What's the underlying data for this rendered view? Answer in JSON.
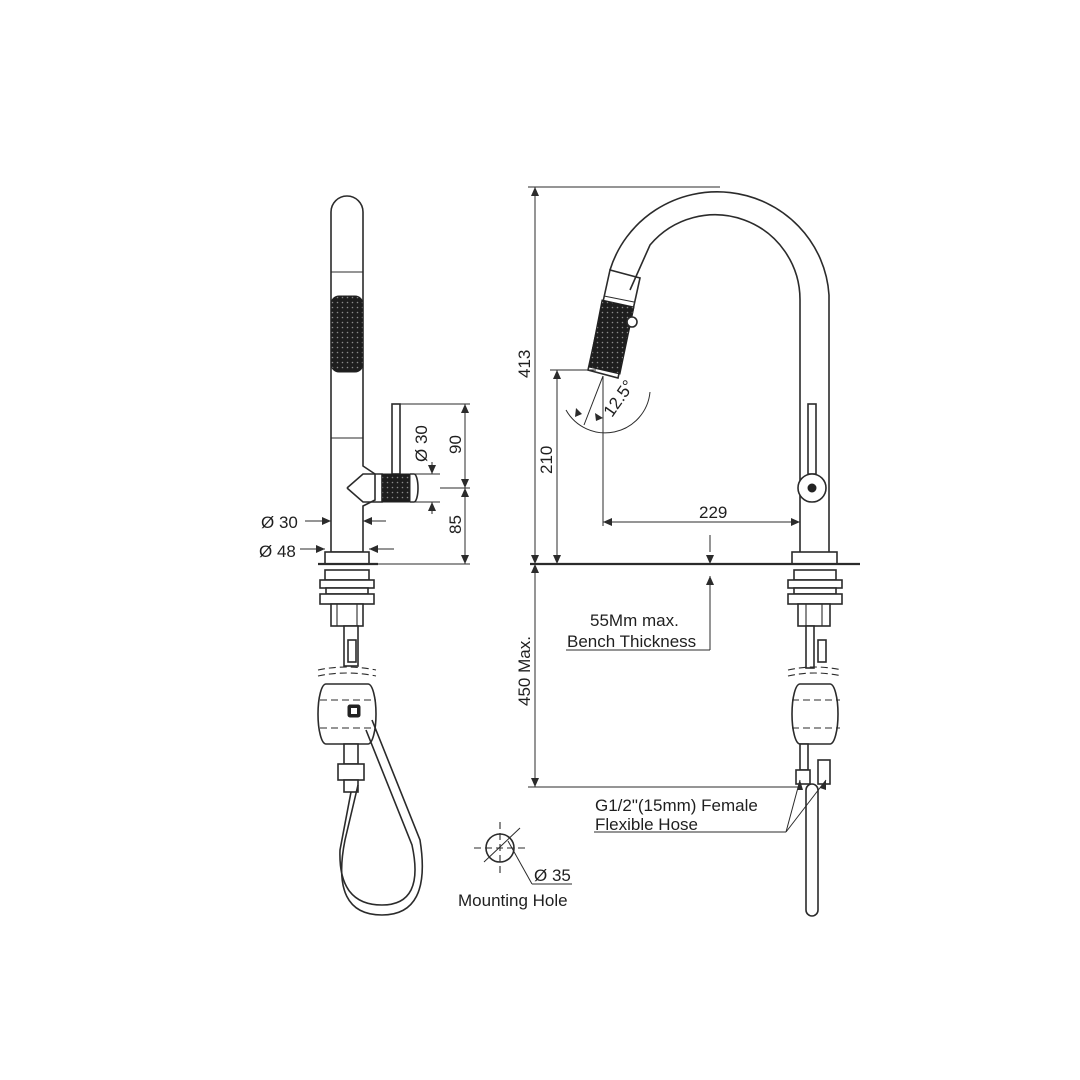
{
  "dimensions": {
    "dia_spout": "Ø 30",
    "dia_base": "Ø 48",
    "dia_handle": "Ø 30",
    "handle_height": "90",
    "handle_offset": "85",
    "overall_height": "413",
    "outlet_height": "210",
    "reach": "229",
    "spray_angle": "12.5°",
    "under_bench": "450 Max."
  },
  "notes": {
    "bench_line1": "55Mm max.",
    "bench_line2": "Bench Thickness",
    "hose_line1": "G1/2\"(15mm) Female",
    "hose_line2": "Flexible Hose",
    "hole_dia": "Ø 35",
    "hole_label": "Mounting Hole"
  }
}
